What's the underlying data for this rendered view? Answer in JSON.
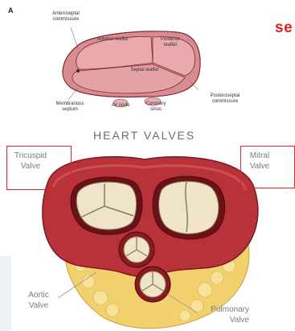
{
  "panel_letter": "A",
  "title_partial": "se",
  "top_diagram": {
    "labels": {
      "anteroseptal": "Anteroseptal commissure",
      "anterior": "Anterior leaflet",
      "posterior": "Posterior leaflet",
      "septal": "Septal leaflet",
      "posteroseptal": "Posteroseptal commissure",
      "membranous": "Membranous septum",
      "av_node": "AV node",
      "coronary": "Coronary sinus"
    }
  },
  "heart_valves": {
    "heading": "HEART VALVES",
    "tricuspid": "Tricuspid Valve",
    "mitral": "Mitral Valve",
    "aortic": "Aortic Valve",
    "pulmonary": "Pulmonary Valve"
  },
  "colors": {
    "highlight_box": "#e0242a",
    "title_red": "#e41e1e",
    "muscle": "#b8323a",
    "leaflet": "#f0e4c8",
    "fat": "#f0cf6a"
  }
}
